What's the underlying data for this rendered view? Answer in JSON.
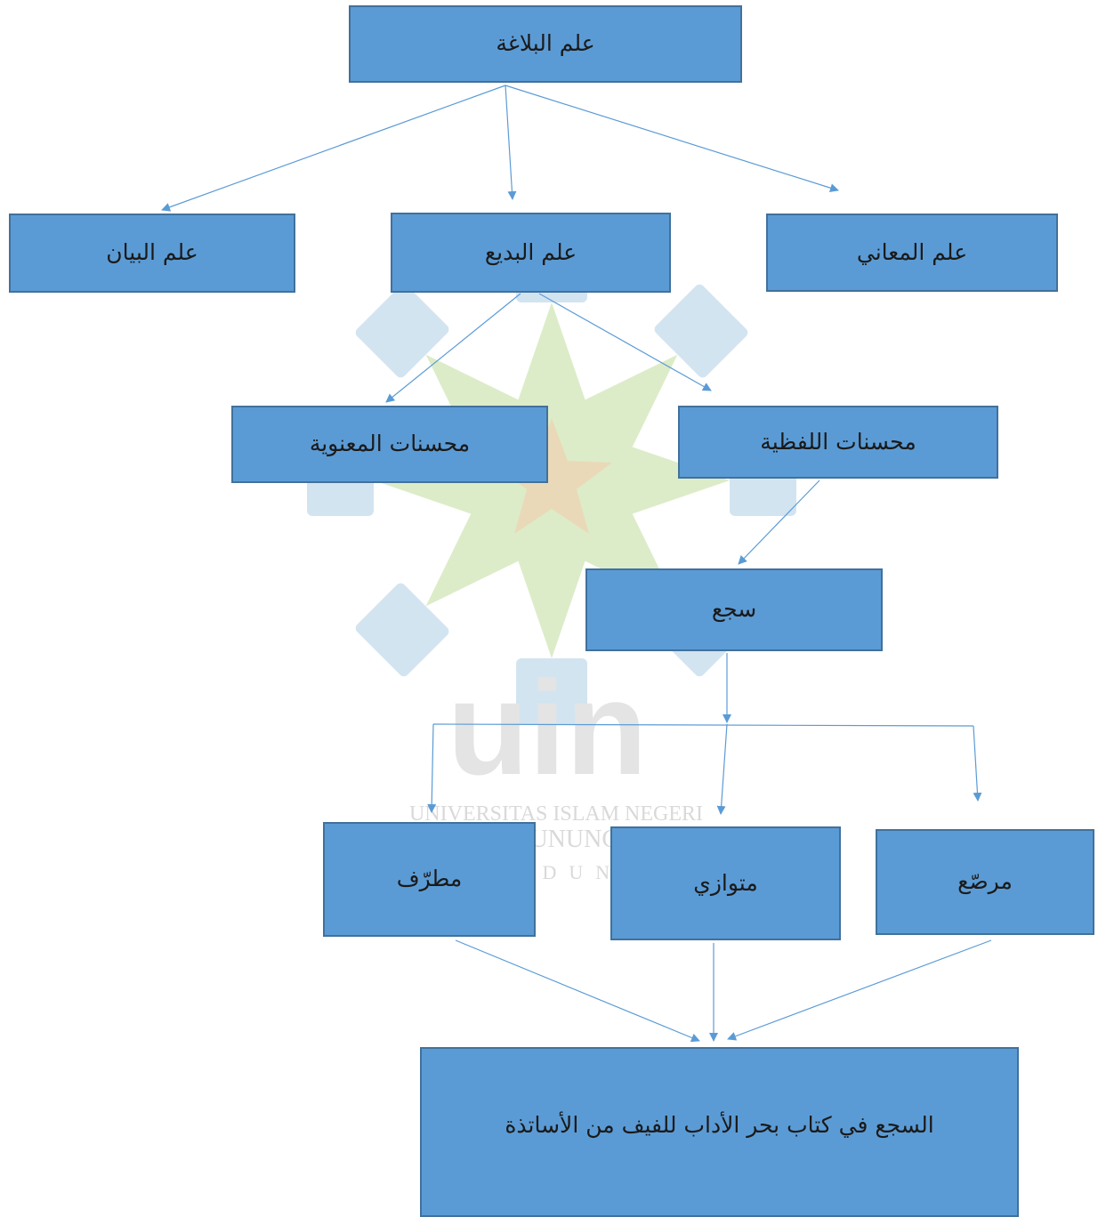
{
  "diagram": {
    "root": {
      "label": "علم البلاغة"
    },
    "level1": {
      "bayan": {
        "label": "علم البيان"
      },
      "badi": {
        "label": "علم البديع"
      },
      "maani": {
        "label": "علم المعاني"
      }
    },
    "level2": {
      "manawi": {
        "label": "محسنات المعنوية"
      },
      "lafzi": {
        "label": "محسنات اللفظية"
      }
    },
    "level3": {
      "saj": {
        "label": "سجع"
      }
    },
    "level4": {
      "mutarraf": {
        "label": "مطرّف"
      },
      "mutawazi": {
        "label": "متوازي"
      },
      "murassa": {
        "label": "مرصّع"
      }
    },
    "result": {
      "label": "السجع في كتاب بحر الأداب للفيف من الأساتذة"
    },
    "edges": [
      {
        "from": "root",
        "to": "bayan"
      },
      {
        "from": "root",
        "to": "badi"
      },
      {
        "from": "root",
        "to": "maani"
      },
      {
        "from": "badi",
        "to": "manawi"
      },
      {
        "from": "badi",
        "to": "lafzi"
      },
      {
        "from": "lafzi",
        "to": "saj"
      },
      {
        "from": "saj",
        "to": "mutarraf"
      },
      {
        "from": "saj",
        "to": "mutawazi"
      },
      {
        "from": "saj",
        "to": "murassa"
      },
      {
        "from": "mutarraf",
        "to": "result"
      },
      {
        "from": "mutawazi",
        "to": "result"
      },
      {
        "from": "murassa",
        "to": "result"
      }
    ]
  },
  "watermark": {
    "logo_text": "uin",
    "line1": "UNIVERSITAS ISLAM NEGERI",
    "line2": "SUNAN GUNUNG DJATI",
    "line3": "BANDUNG"
  },
  "colors": {
    "node_fill": "#5b9bd5",
    "node_border": "#41719c",
    "connector": "#5b9bd5",
    "watermark_green": "#dcecc8",
    "watermark_blue": "#d3e4f1",
    "watermark_gray": "#e4e4e4"
  }
}
